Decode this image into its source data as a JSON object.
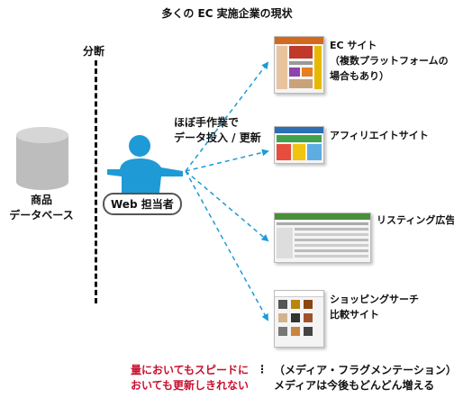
{
  "title": "多くの EC 実施企業の現状",
  "divider_label": "分断",
  "database": {
    "line1": "商品",
    "line2": "データベース"
  },
  "person": {
    "label": "Web 担当者"
  },
  "action": {
    "line1": "ほぼ手作業で",
    "line2": "データ投入 / 更新"
  },
  "targets": [
    {
      "lines": [
        "EC サイト",
        "（複数プラットフォームの",
        "場合もあり）"
      ],
      "icon": "ec-site-screenshot"
    },
    {
      "lines": [
        "アフィリエイトサイト"
      ],
      "icon": "affiliate-site-screenshot"
    },
    {
      "lines": [
        "リスティング広告"
      ],
      "icon": "listing-ad-screenshot"
    },
    {
      "lines": [
        "ショッピングサーチ",
        "比較サイト"
      ],
      "icon": "shopping-search-screenshot"
    }
  ],
  "notes": {
    "left_line1": "量においてもスピードに",
    "left_line2": "おいても更新しきれない",
    "separator": "⋮",
    "right_line1": "（メディア・フラグメンテーション）",
    "right_line2": "メディアは今後もどんどん増える"
  },
  "colors": {
    "arrow": "#1e9ad6",
    "person": "#1e9ad6",
    "database": "#bdbdbd",
    "warning_text": "#c8102e"
  }
}
